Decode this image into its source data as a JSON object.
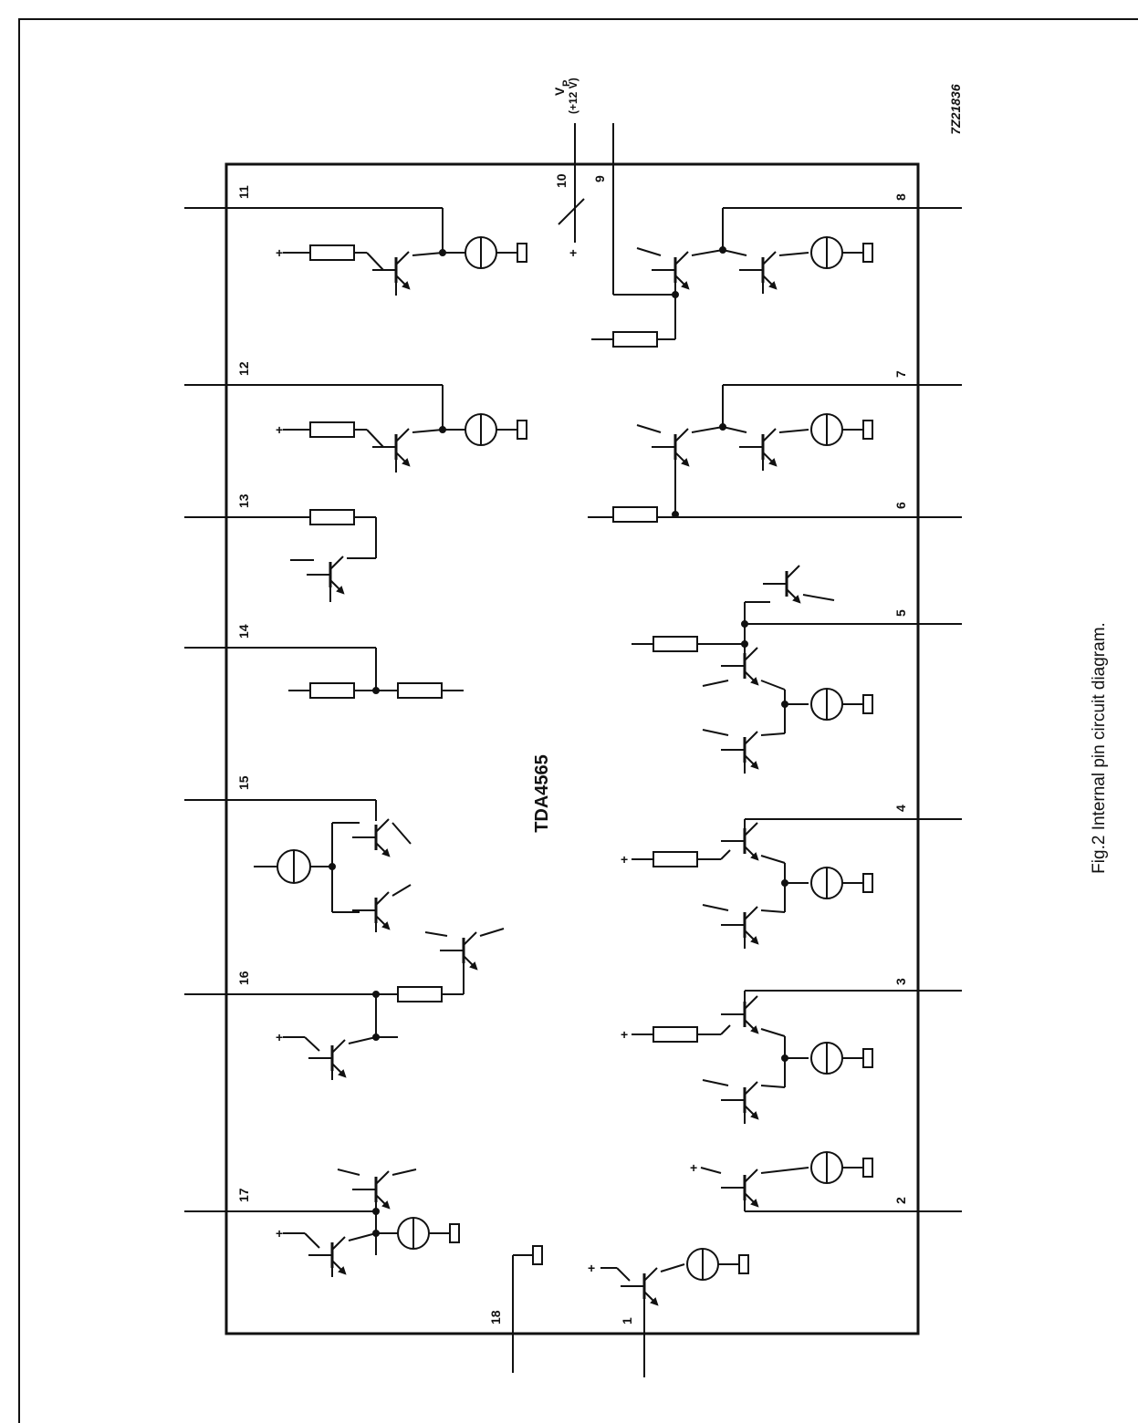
{
  "chip_name": "TDA4565",
  "drawing_number": "7Z21836",
  "supply": {
    "v_letter": "V",
    "v_sub": "P",
    "voltage": "(+12 V)",
    "plus": "+"
  },
  "caption": "Fig.2  Internal pin circuit diagram.",
  "pins": [
    "1",
    "2",
    "3",
    "4",
    "5",
    "6",
    "7",
    "8",
    "9",
    "10",
    "11",
    "12",
    "13",
    "14",
    "15",
    "16",
    "17",
    "18"
  ],
  "plus_sign": "+"
}
